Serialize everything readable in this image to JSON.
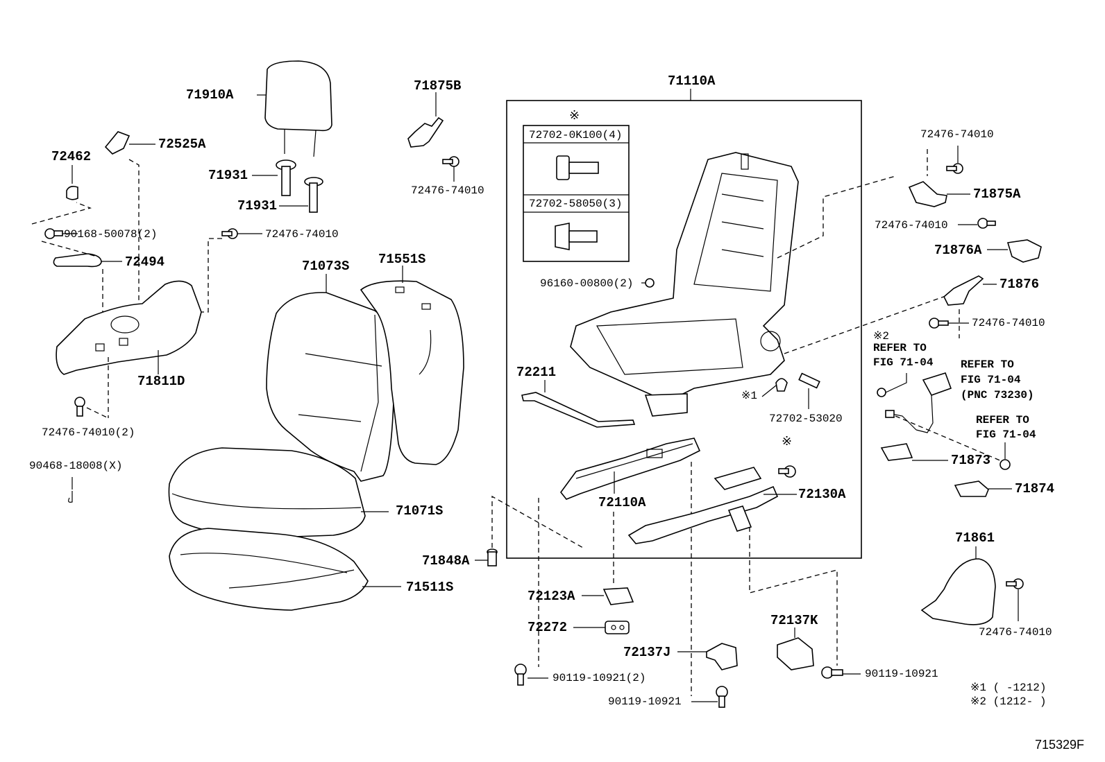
{
  "labels": {
    "p71910A": "71910A",
    "p72525A": "72525A",
    "p72462": "72462",
    "p71931a": "71931",
    "p71931b": "71931",
    "p90168": "90168-50078(2)",
    "p72476_1": "72476-74010",
    "p72494": "72494",
    "p71811D": "71811D",
    "p72476_2": "72476-74010(2)",
    "p90468": "90468-18008(X)",
    "p71875B": "71875B",
    "p72476_3": "72476-74010",
    "p71073S": "71073S",
    "p71551S": "71551S",
    "p71071S": "71071S",
    "p71511S": "71511S",
    "p71848A": "71848A",
    "p71110A": "71110A",
    "p72702_0K100": "72702-0K100(4)",
    "p72702_58050": "72702-58050(3)",
    "p96160": "96160-00800(2)",
    "p72211": "72211",
    "p72702_53020": "72702-53020",
    "p72110A": "72110A",
    "p72130A": "72130A",
    "p72123A": "72123A",
    "p72272": "72272",
    "p90119_a": "90119-10921(2)",
    "p72137J": "72137J",
    "p90119_b": "90119-10921",
    "p72137K": "72137K",
    "p90119_c": "90119-10921",
    "p72476_4": "72476-74010",
    "p71875A": "71875A",
    "p72476_5": "72476-74010",
    "p71876A": "71876A",
    "p71876": "71876",
    "p72476_6": "72476-74010",
    "p71873": "71873",
    "p71874": "71874",
    "p71861": "71861",
    "p72476_7": "72476-74010"
  },
  "notes": {
    "asterisk_box": "※",
    "asterisk_1": "※1",
    "asterisk_mid": "※",
    "refer_a_mark": "※2",
    "refer_a_1": "REFER TO",
    "refer_a_2": "FIG 71-04",
    "refer_b_1": "REFER TO",
    "refer_b_2": "FIG 71-04",
    "refer_b_3": "(PNC 73230)",
    "refer_c_1": "REFER TO",
    "refer_c_2": "FIG 71-04",
    "legend_1": "※1 (     -1212)",
    "legend_2": "※2 (1212-     )"
  },
  "figure_id": "715329F"
}
